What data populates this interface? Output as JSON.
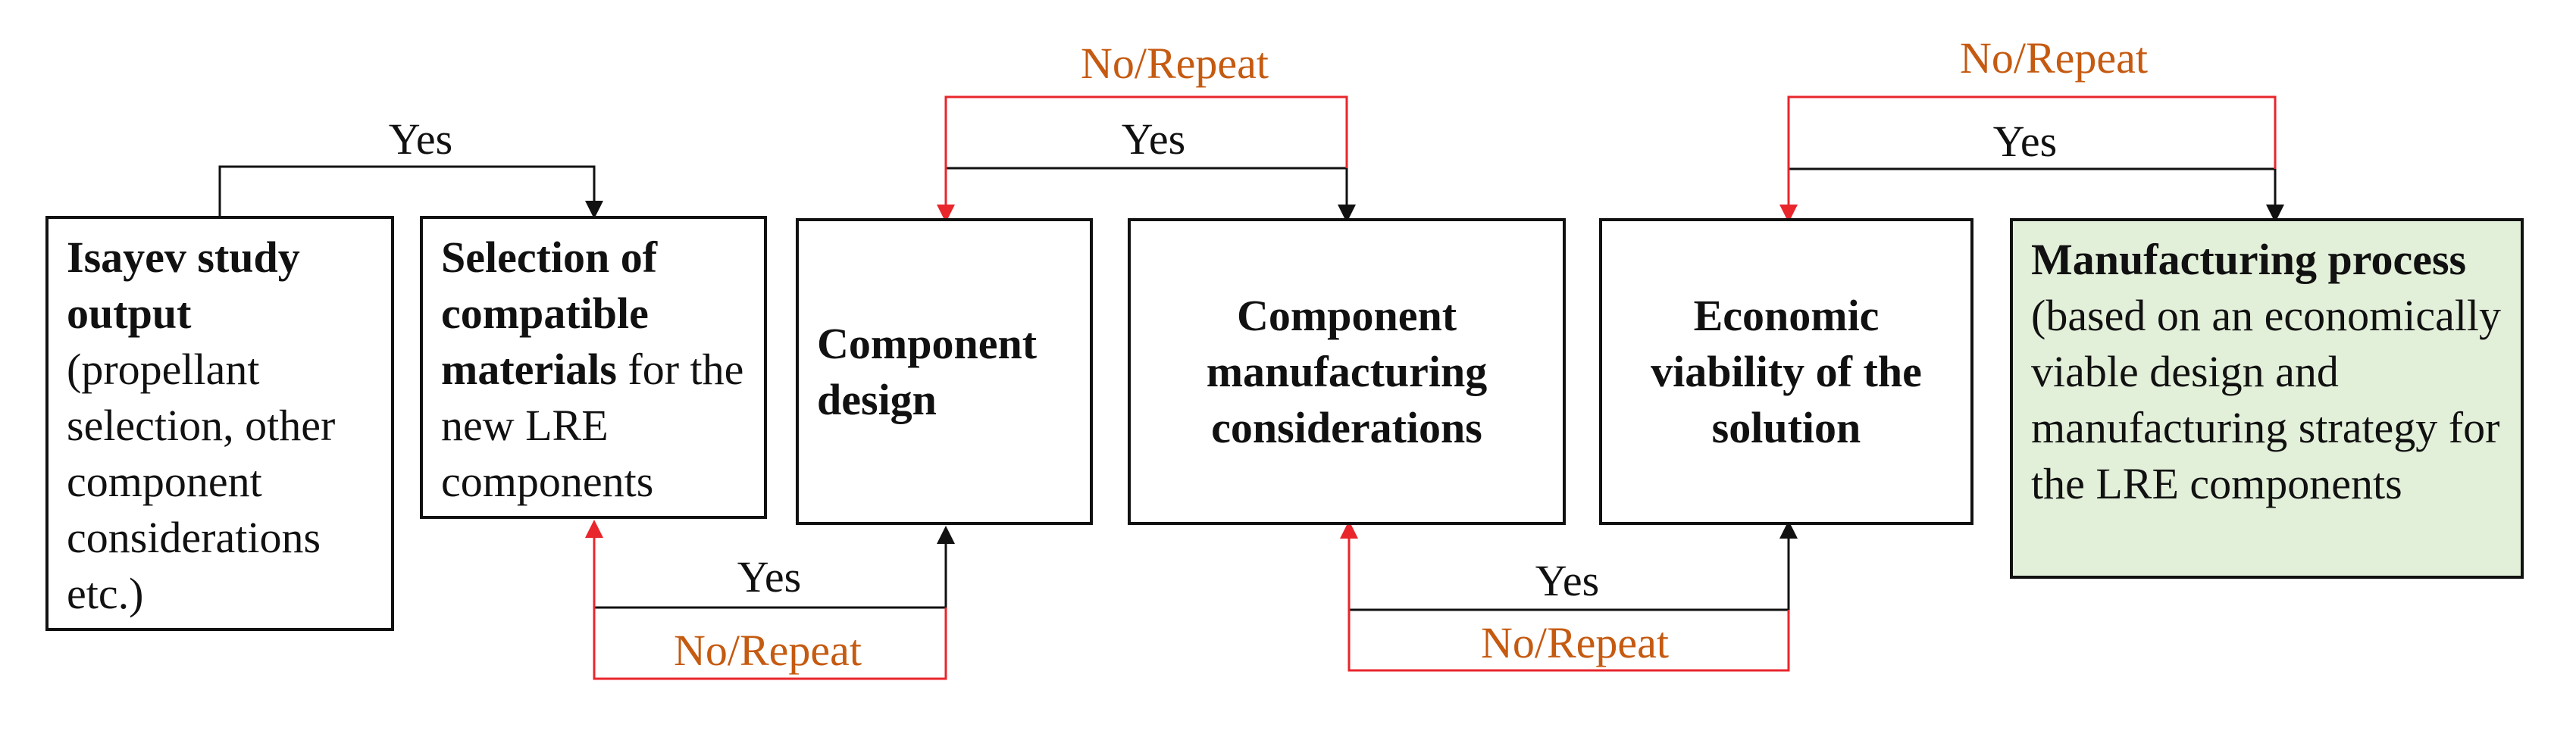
{
  "boxes": {
    "isayev": {
      "bold": "Isayev study output",
      "text": "(propellant selection, other component considerations etc.)"
    },
    "selection": {
      "bold": "Selection of compatible materials",
      "text": "for the new LRE components"
    },
    "component_design": {
      "bold": "Component design"
    },
    "manufacturing_considerations": {
      "bold": "Component manufacturing considerations"
    },
    "economic": {
      "bold": "Economic viability of the solution"
    },
    "manufacturing_process": {
      "bold": "Manufacturing process",
      "text": "(based on an economically viable design and manufacturing strategy for the LRE components"
    }
  },
  "labels": {
    "yes_1": "Yes",
    "yes_2": "Yes",
    "no_2": "No/Repeat",
    "yes_3": "Yes",
    "no_3": "No/Repeat",
    "yes_4": "Yes",
    "no_4": "No/Repeat",
    "yes_5": "Yes",
    "no_5": "No/Repeat"
  },
  "colors": {
    "yes_line": "#111111",
    "no_line": "#e8262c",
    "no_text": "#c55a11",
    "final_box_fill": "#e2efd9"
  }
}
